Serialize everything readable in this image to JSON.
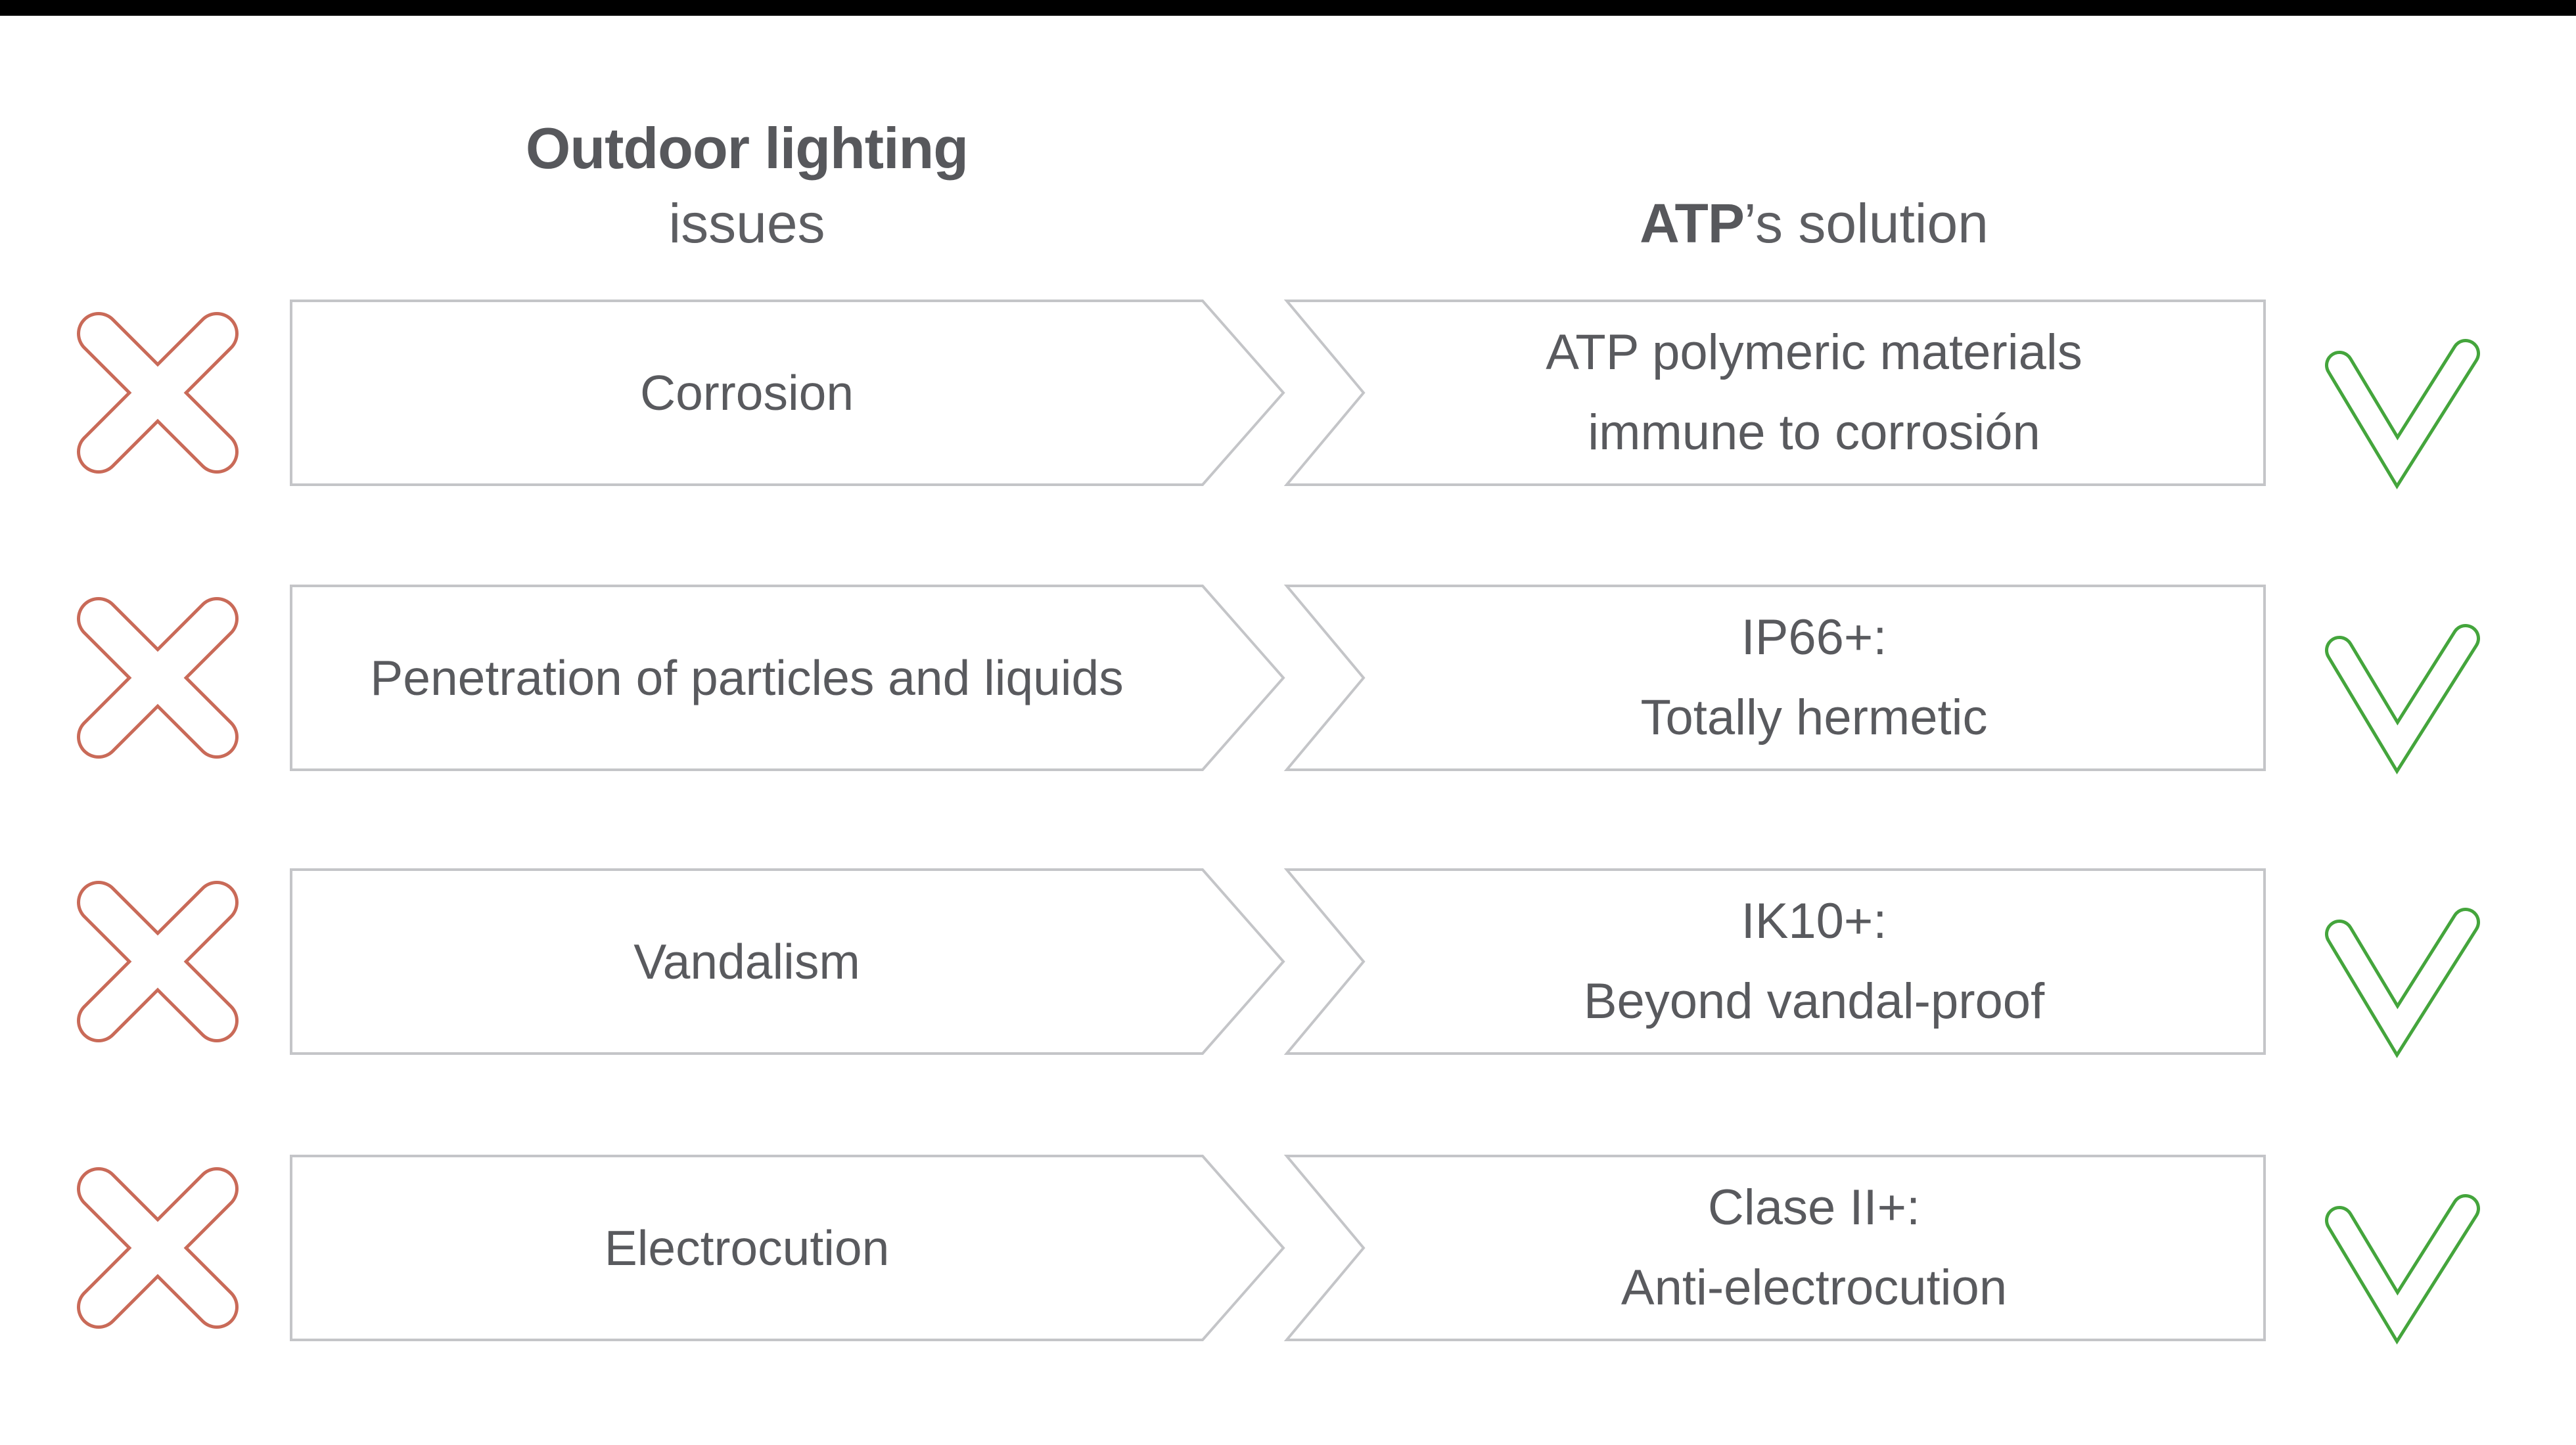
{
  "header": {
    "issues_line1": "Outdoor lighting",
    "issues_line2": "issues",
    "solution_brand": "ATP",
    "solution_rest": "’s solution"
  },
  "rows": [
    {
      "issue": "Corrosion",
      "solution_line1": "ATP polymeric materials",
      "solution_line2": "immune to corrosión"
    },
    {
      "issue": "Penetration of particles and liquids",
      "solution_line1": "IP66+:",
      "solution_line2": "Totally hermetic"
    },
    {
      "issue": "Vandalism",
      "solution_line1": "IK10+:",
      "solution_line2": "Beyond vandal-proof"
    },
    {
      "issue": "Electrocution",
      "solution_line1": "Clase II+:",
      "solution_line2": "Anti-electrocution"
    }
  ],
  "icons": {
    "fail": "x-mark-icon",
    "pass": "check-mark-icon"
  },
  "colors": {
    "fail_red": "#C96A58",
    "pass_green": "#44A53C",
    "border_gray": "#C4C5C8",
    "text_gray": "#57585C",
    "top_bar_black": "#000000"
  }
}
